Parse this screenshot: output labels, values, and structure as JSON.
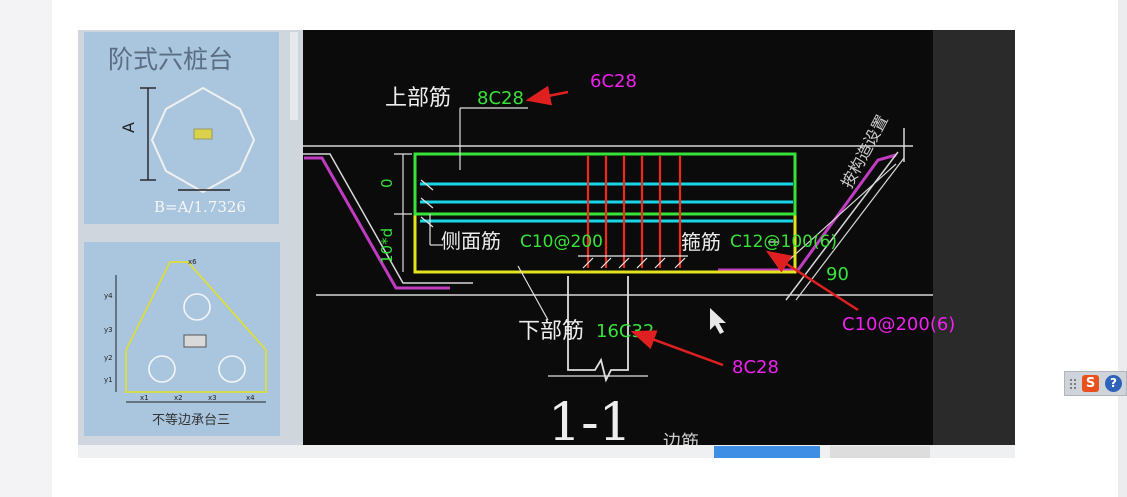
{
  "left_panel": {
    "title": "阶式六桩台",
    "label_a": "A",
    "formula": "B=A/1.7326",
    "sub_caption": "不等边承台三",
    "small_labels": [
      "x6",
      "y4",
      "y3",
      "y2",
      "y1",
      "x1",
      "x2",
      "x3",
      "x4"
    ]
  },
  "drawing": {
    "top_label": "上部筋",
    "top_value": "8C28",
    "side_label": "侧面筋",
    "side_value": "C10@200",
    "stirrup_label": "箍筋",
    "stirrup_value": "C12@100(6)",
    "bottom_label": "下部筋",
    "bottom_value": "16C32",
    "dim_zero": "0",
    "dim_10d": "10*d",
    "angle": "90",
    "section_title": "1-1",
    "slope_text": "按构造设置",
    "bottom_partial": "边筋"
  },
  "annotations": {
    "top": "6C28",
    "stirrup": "C10@200(6)",
    "bottom": "8C28"
  },
  "colors": {
    "annotation": "#ee22ee",
    "rebar_green": "#39e23a",
    "cyan": "#19d7e6",
    "red": "#f02a1a",
    "yellow": "#e5e21e"
  },
  "ime_toolbar": {
    "s_icon": "S",
    "help_icon": "?"
  }
}
